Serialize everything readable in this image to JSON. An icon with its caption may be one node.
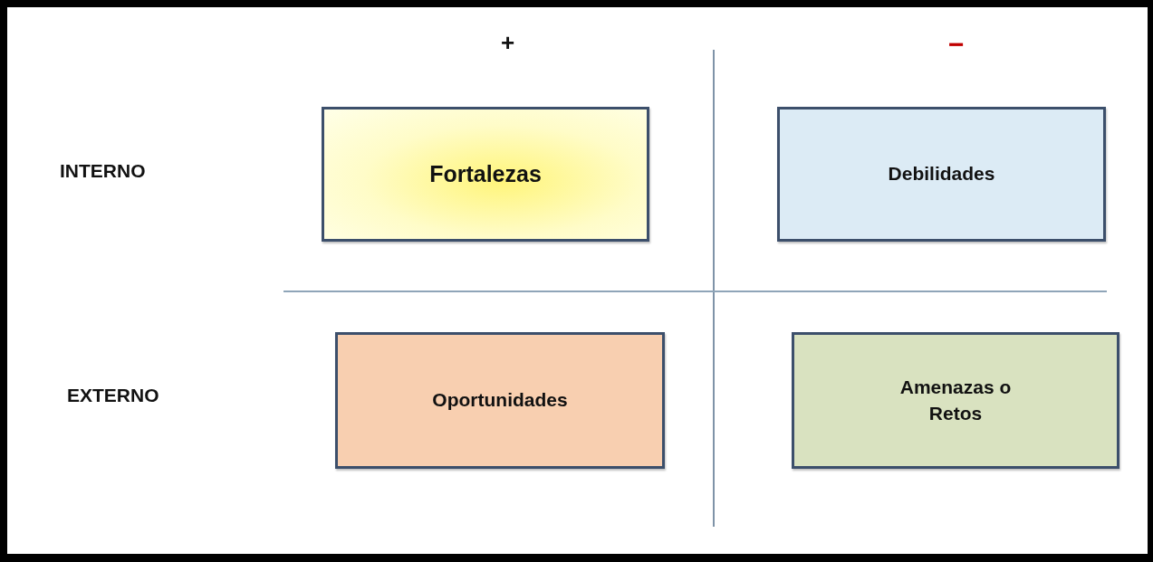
{
  "diagram": {
    "nodes": [
      {
        "text": [
          "Fortalezas"
        ]
      },
      {
        "text": [
          "Debilidades"
        ]
      },
      {
        "text": [
          "Oportunidades"
        ]
      },
      {
        "text": [
          "Amenazas o Retos"
        ]
      }
    ],
    "labels": [
      "+",
      "−",
      "INTERNO",
      "EXTERNO"
    ]
  }
}
